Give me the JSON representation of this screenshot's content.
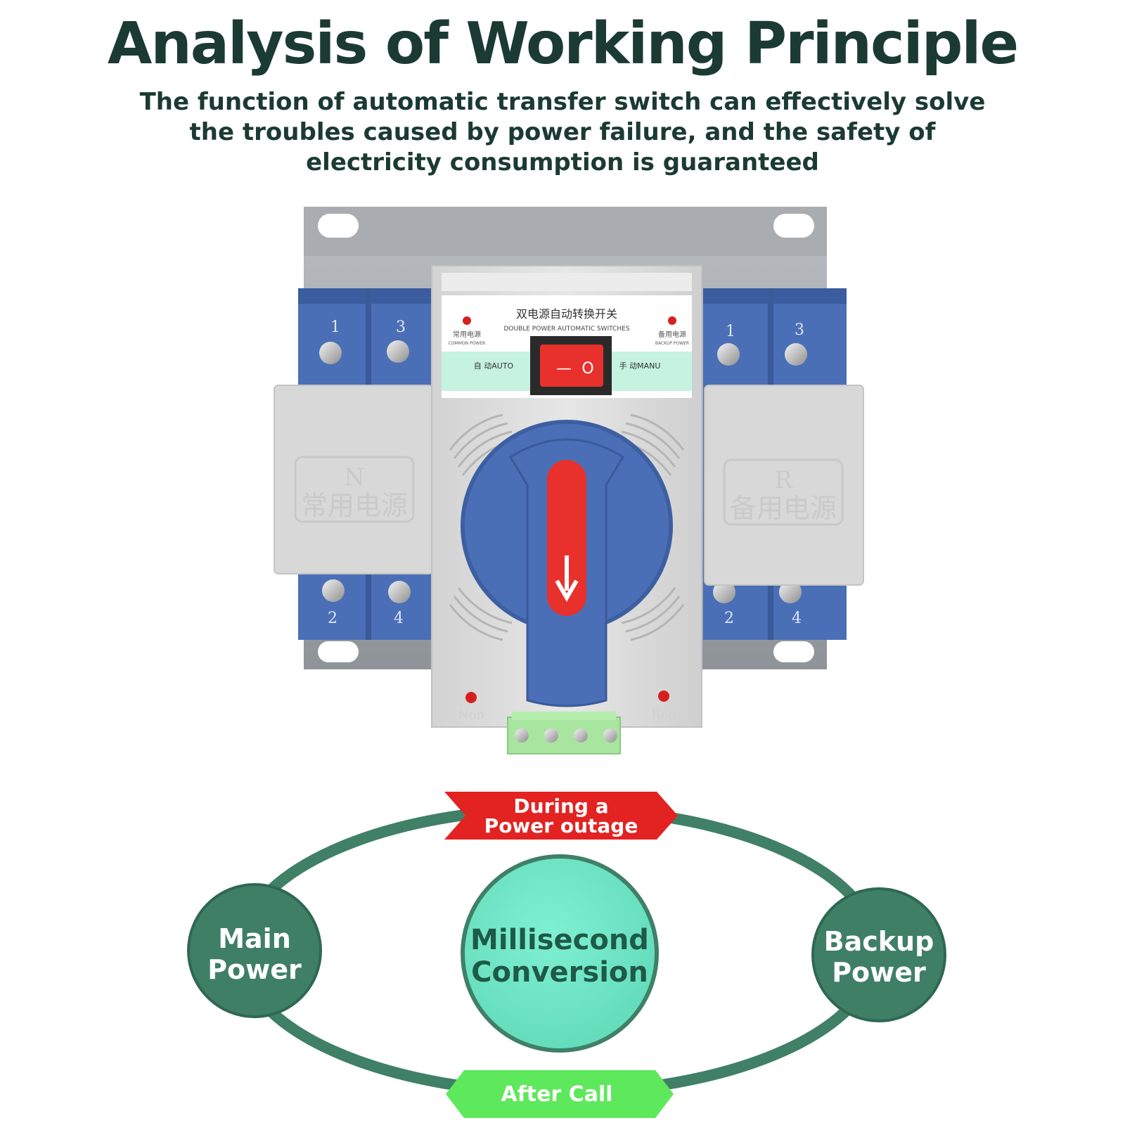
{
  "header": {
    "title": "Analysis of Working Principle",
    "subtitle": "The function of automatic transfer switch can effectively solve the troubles caused by power failure, and the safety of electricity consumption is guaranteed"
  },
  "device": {
    "label_cn": "双电源自动转换开关",
    "label_en": "DOUBLE POWER AUTOMATIC SWITCHES",
    "common_power_cn": "常用电源",
    "common_power_en": "COMMON POWER",
    "backup_power_cn": "备用电源",
    "backup_power_en": "BACKUP POWER",
    "auto_label": "自 动AUTO",
    "manu_label": "手 动MANU",
    "rocker_symbols": [
      "—",
      "O"
    ],
    "left_module_letter": "N",
    "left_module_text": "常用电源",
    "right_module_letter": "R",
    "right_module_text": "备用电源",
    "terminals_top": [
      "1",
      "3"
    ],
    "terminals_bottom": [
      "2",
      "4"
    ],
    "indicator_left": "Non",
    "indicator_right": "Ron"
  },
  "diagram": {
    "top_tag_line1": "During a",
    "top_tag_line2": "Power outage",
    "bottom_tag": "After Call",
    "left_node_line1": "Main",
    "left_node_line2": "Power",
    "center_node_line1": "Millisecond",
    "center_node_line2": "Conversion",
    "right_node_line1": "Backup",
    "right_node_line2": "Power"
  },
  "colors": {
    "title": "#1b3a32",
    "loop": "#3f8067",
    "node_dark": "#3f7f66",
    "node_center": "#6fe6c6",
    "center_text": "#1f5a47",
    "tag_red": "#e32222",
    "tag_green": "#5ee85b",
    "device_blue": "#4a6fb7",
    "device_gray": "#d9d9d9"
  }
}
